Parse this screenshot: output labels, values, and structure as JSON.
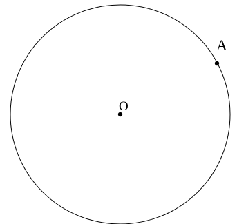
{
  "diagram": {
    "points": [
      {
        "id": "center",
        "label": "O"
      },
      {
        "id": "point-a",
        "label": "A"
      }
    ],
    "colors": {
      "stroke": "#000000",
      "background": "#ffffff"
    }
  }
}
